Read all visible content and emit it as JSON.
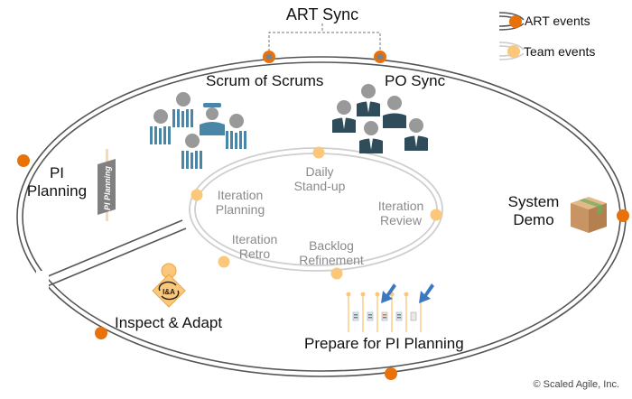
{
  "title": "ART Sync",
  "legend": {
    "items": [
      {
        "label": "ART events",
        "color": "#e8710a",
        "track": "#555555"
      },
      {
        "label": "Team events",
        "color": "#fbc77a",
        "track": "#cccccc"
      }
    ]
  },
  "art_events": {
    "scrum_of_scrums": "Scrum of Scrums",
    "po_sync": "PO Sync",
    "pi_planning_line1": "PI",
    "pi_planning_line2": "Planning",
    "system_demo_line1": "System",
    "system_demo_line2": "Demo",
    "inspect_adapt": "Inspect & Adapt",
    "prepare_pi_planning": "Prepare for PI Planning"
  },
  "team_events": {
    "daily_standup_line1": "Daily",
    "daily_standup_line2": "Stand-up",
    "iteration_planning_line1": "Iteration",
    "iteration_planning_line2": "Planning",
    "iteration_review_line1": "Iteration",
    "iteration_review_line2": "Review",
    "iteration_retro_line1": "Iteration",
    "iteration_retro_line2": "Retro",
    "backlog_refinement_line1": "Backlog",
    "backlog_refinement_line2": "Refinement"
  },
  "icons": {
    "pi_planning_sign": "PI Planning",
    "inspect_adapt_badge": "I&A"
  },
  "colors": {
    "art_dot": "#e8710a",
    "team_dot": "#fbc77a",
    "outer_track": "#555555",
    "inner_track": "#cfcfcf",
    "scrum_people": "#4a86a8",
    "po_people": "#2f4c5a",
    "head_gray": "#999999",
    "arrow_blue": "#3b78c4"
  },
  "copyright": "© Scaled Agile, Inc."
}
